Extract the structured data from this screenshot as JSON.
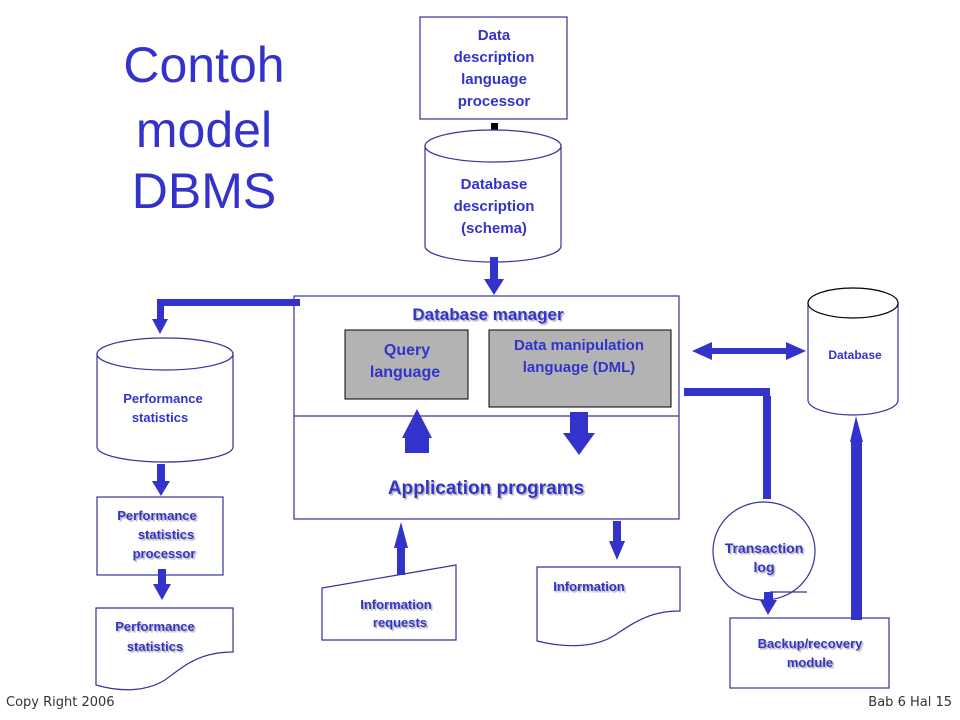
{
  "title": [
    "Contoh",
    "model",
    "DBMS"
  ],
  "nodes": {
    "ddl_processor": [
      "Data",
      "description",
      "language",
      "processor"
    ],
    "schema_db": [
      "Database",
      "description",
      "(schema)"
    ],
    "db_manager": "Database manager",
    "query_language": [
      "Query",
      "language"
    ],
    "dml": [
      "Data manipulation",
      "language (DML)"
    ],
    "app_programs": "Application programs",
    "perf_stats_db": [
      "Performance",
      "statistics"
    ],
    "perf_stats_processor": [
      "Performance",
      "statistics",
      "processor"
    ],
    "perf_stats_doc": [
      "Performance",
      "statistics"
    ],
    "info_requests": [
      "Information",
      "requests"
    ],
    "information": "Information",
    "database": "Database",
    "transaction_log": [
      "Transaction",
      "log"
    ],
    "backup_recovery": [
      "Backup/recovery",
      "module"
    ]
  },
  "footer": {
    "left": "Copy Right 2006",
    "right": "Bab 6 Hal 15"
  },
  "colors": {
    "accent": "#3333cc",
    "box_gray": "#b3b3b3",
    "outline": "#33339a"
  }
}
